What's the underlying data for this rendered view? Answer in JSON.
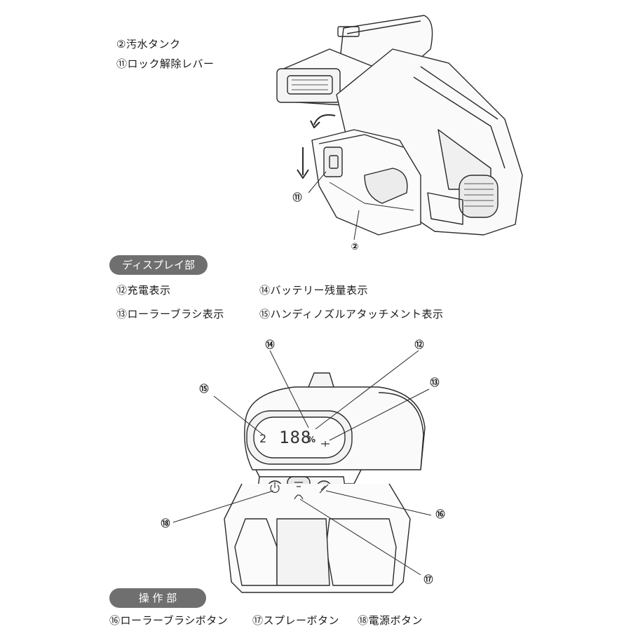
{
  "top_labels": {
    "line1": "②汚水タンク",
    "line2": "⑪ロック解除レバー"
  },
  "top_callouts": {
    "c11": "⑪",
    "c2": "②"
  },
  "display_section": {
    "header": "ディスプレイ部",
    "items": [
      "⑫充電表示",
      "⑭バッテリー残量表示",
      "⑬ローラーブラシ表示",
      "⑮ハンディノズルアタッチメント表示"
    ]
  },
  "display_callouts": {
    "c14": "⑭",
    "c12": "⑫",
    "c13": "⑬",
    "c15": "⑮",
    "c18": "⑱",
    "c16": "⑯",
    "c17": "⑰"
  },
  "lcd": {
    "mode": "2",
    "battery": "188",
    "percent": "%"
  },
  "operation_section": {
    "header": "操 作 部",
    "items": [
      "⑯ローラーブラシボタン",
      "⑰スプレーボタン",
      "⑱電源ボタン"
    ]
  }
}
